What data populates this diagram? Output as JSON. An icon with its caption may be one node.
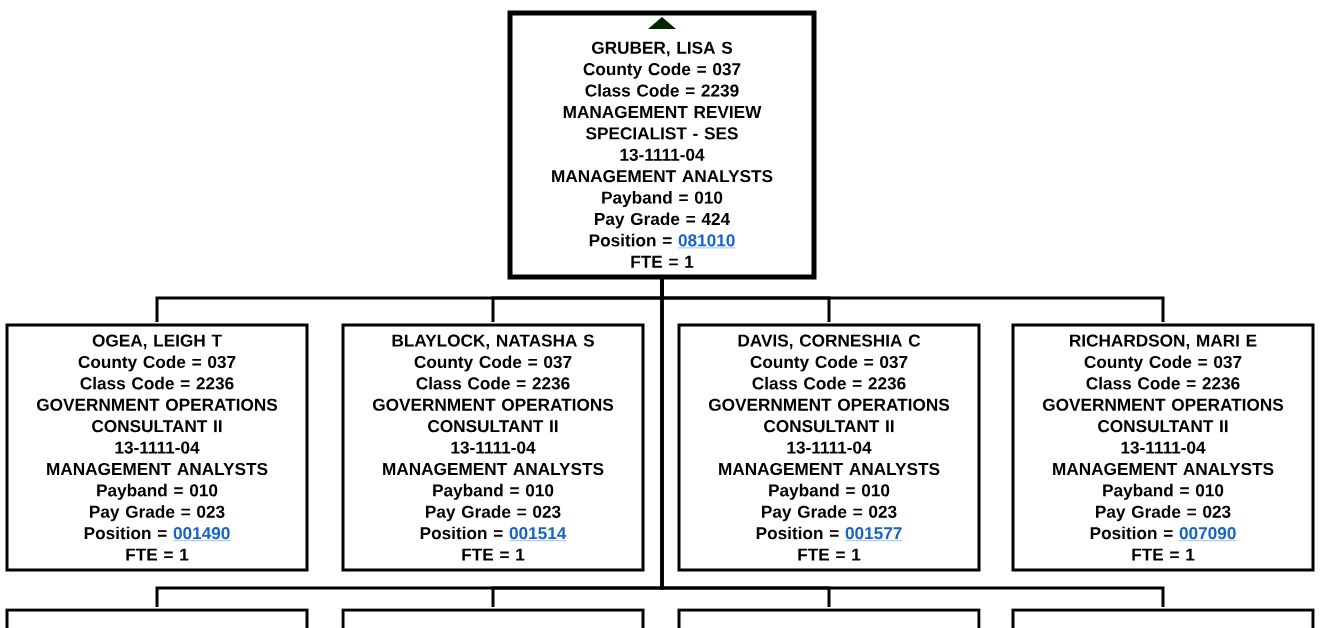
{
  "diagram": {
    "nodes": [
      {
        "text": [
          "GRUBER, LISA S",
          "County Code = 037",
          "Class Code = 2239",
          "MANAGEMENT REVIEW SPECIALIST - SES",
          "13-1111-04",
          "MANAGEMENT ANALYSTS",
          "Payband = 010",
          "Pay Grade = 424",
          "Position =",
          "081010",
          "FTE = 1"
        ]
      },
      {
        "text": [
          "OGEA, LEIGH T",
          "County Code = 037",
          "Class Code = 2236",
          "GOVERNMENT OPERATIONS CONSULTANT II",
          "13-1111-04",
          "MANAGEMENT ANALYSTS",
          "Payband = 010",
          "Pay Grade = 023",
          "Position =",
          "001490",
          "FTE = 1"
        ]
      },
      {
        "text": [
          "BLAYLOCK, NATASHA S",
          "County Code = 037",
          "Class Code = 2236",
          "GOVERNMENT OPERATIONS CONSULTANT II",
          "13-1111-04",
          "MANAGEMENT ANALYSTS",
          "Payband = 010",
          "Pay Grade = 023",
          "Position =",
          "001514",
          "FTE = 1"
        ]
      },
      {
        "text": [
          "DAVIS, CORNESHIA C",
          "County Code = 037",
          "Class Code = 2236",
          "GOVERNMENT OPERATIONS CONSULTANT II",
          "13-1111-04",
          "MANAGEMENT ANALYSTS",
          "Payband = 010",
          "Pay Grade = 023",
          "Position =",
          "001577",
          "FTE = 1"
        ]
      },
      {
        "text": [
          "RICHARDSON, MARI E",
          "County Code = 037",
          "Class Code = 2236",
          "GOVERNMENT OPERATIONS CONSULTANT II",
          "13-1111-04",
          "MANAGEMENT ANALYSTS",
          "Payband = 010",
          "Pay Grade = 023",
          "Position =",
          "007090",
          "FTE = 1"
        ]
      },
      {
        "text": [],
        "shape": "box"
      },
      {
        "text": [],
        "shape": "box"
      },
      {
        "text": [],
        "shape": "box"
      },
      {
        "text": [],
        "shape": "box"
      }
    ],
    "edges": [
      {
        "from": 0,
        "to": 1,
        "arrow": "none"
      },
      {
        "from": 0,
        "to": 2,
        "arrow": "none"
      },
      {
        "from": 0,
        "to": 3,
        "arrow": "none"
      },
      {
        "from": 0,
        "to": 4,
        "arrow": "none"
      },
      {
        "from": 0,
        "to": 5,
        "arrow": "none"
      },
      {
        "from": 0,
        "to": 6,
        "arrow": "none"
      },
      {
        "from": 0,
        "to": 7,
        "arrow": "none"
      },
      {
        "from": 0,
        "to": 8,
        "arrow": "none"
      }
    ]
  }
}
